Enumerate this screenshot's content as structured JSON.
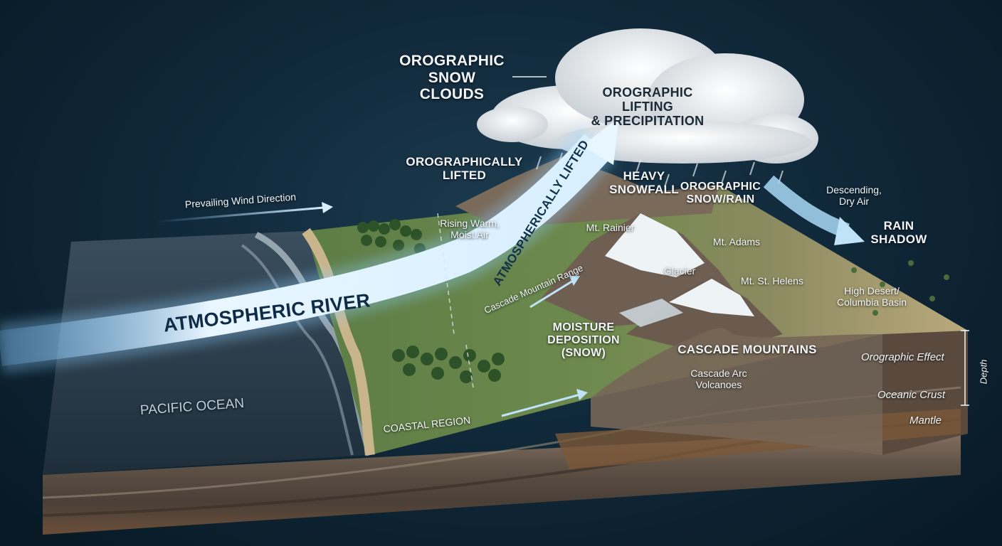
{
  "labels": {
    "orographic_snow_clouds": "OROGRAPHIC\nSNOW CLOUDS",
    "orographic_lifting": "OROGRAPHIC LIFTING\n& PRECIPITATION",
    "orographically_lifted": "OROGRAPHICALLY\nLIFTED",
    "prevailing_wind": "Prevailing Wind Direction",
    "rising_warm": "Rising Warm,\nMoist Air",
    "atmospherically_lifted": "ATMOSPHERICALLY LIFTED",
    "heavy_snowfall": "HEAVY\nSNOWFALL",
    "orographic_snow_rain": "OROGRAPHIC\nSNOW/RAIN",
    "descending_dry_air": "Descending,\nDry Air",
    "rain_shadow": "RAIN\nSHADOW",
    "mt_rainier": "Mt. Rainier",
    "mt_adams": "Mt. Adams",
    "glacier": "Glacier",
    "mt_st_helens": "Mt. St. Helens",
    "cascade_range": "Cascade Mountain Range",
    "atmospheric_river": "ATMOSPHERIC RIVER",
    "moisture_deposition": "MOISTURE\nDEPOSITION\n(SNOW)",
    "cascade_mountains": "CASCADE MOUNTAINS",
    "cascade_arc": "Cascade Arc\nVolcanoes",
    "high_desert": "High Desert/\nColumbia Basin",
    "orographic_effect": "Orographic Effect",
    "oceanic_crust": "Oceanic Crust",
    "mantle": "Mantle",
    "depth": "Depth",
    "pacific_ocean": "PACIFIC OCEAN",
    "coastal_region": "COASTAL REGION"
  },
  "colors": {
    "ocean": "#2b3d4c",
    "forest": "#4f7a3c",
    "desert": "#b5a57a",
    "snow": "#eef3f6",
    "river_glow": "#8fd0ff",
    "soil": "#6b5848"
  }
}
